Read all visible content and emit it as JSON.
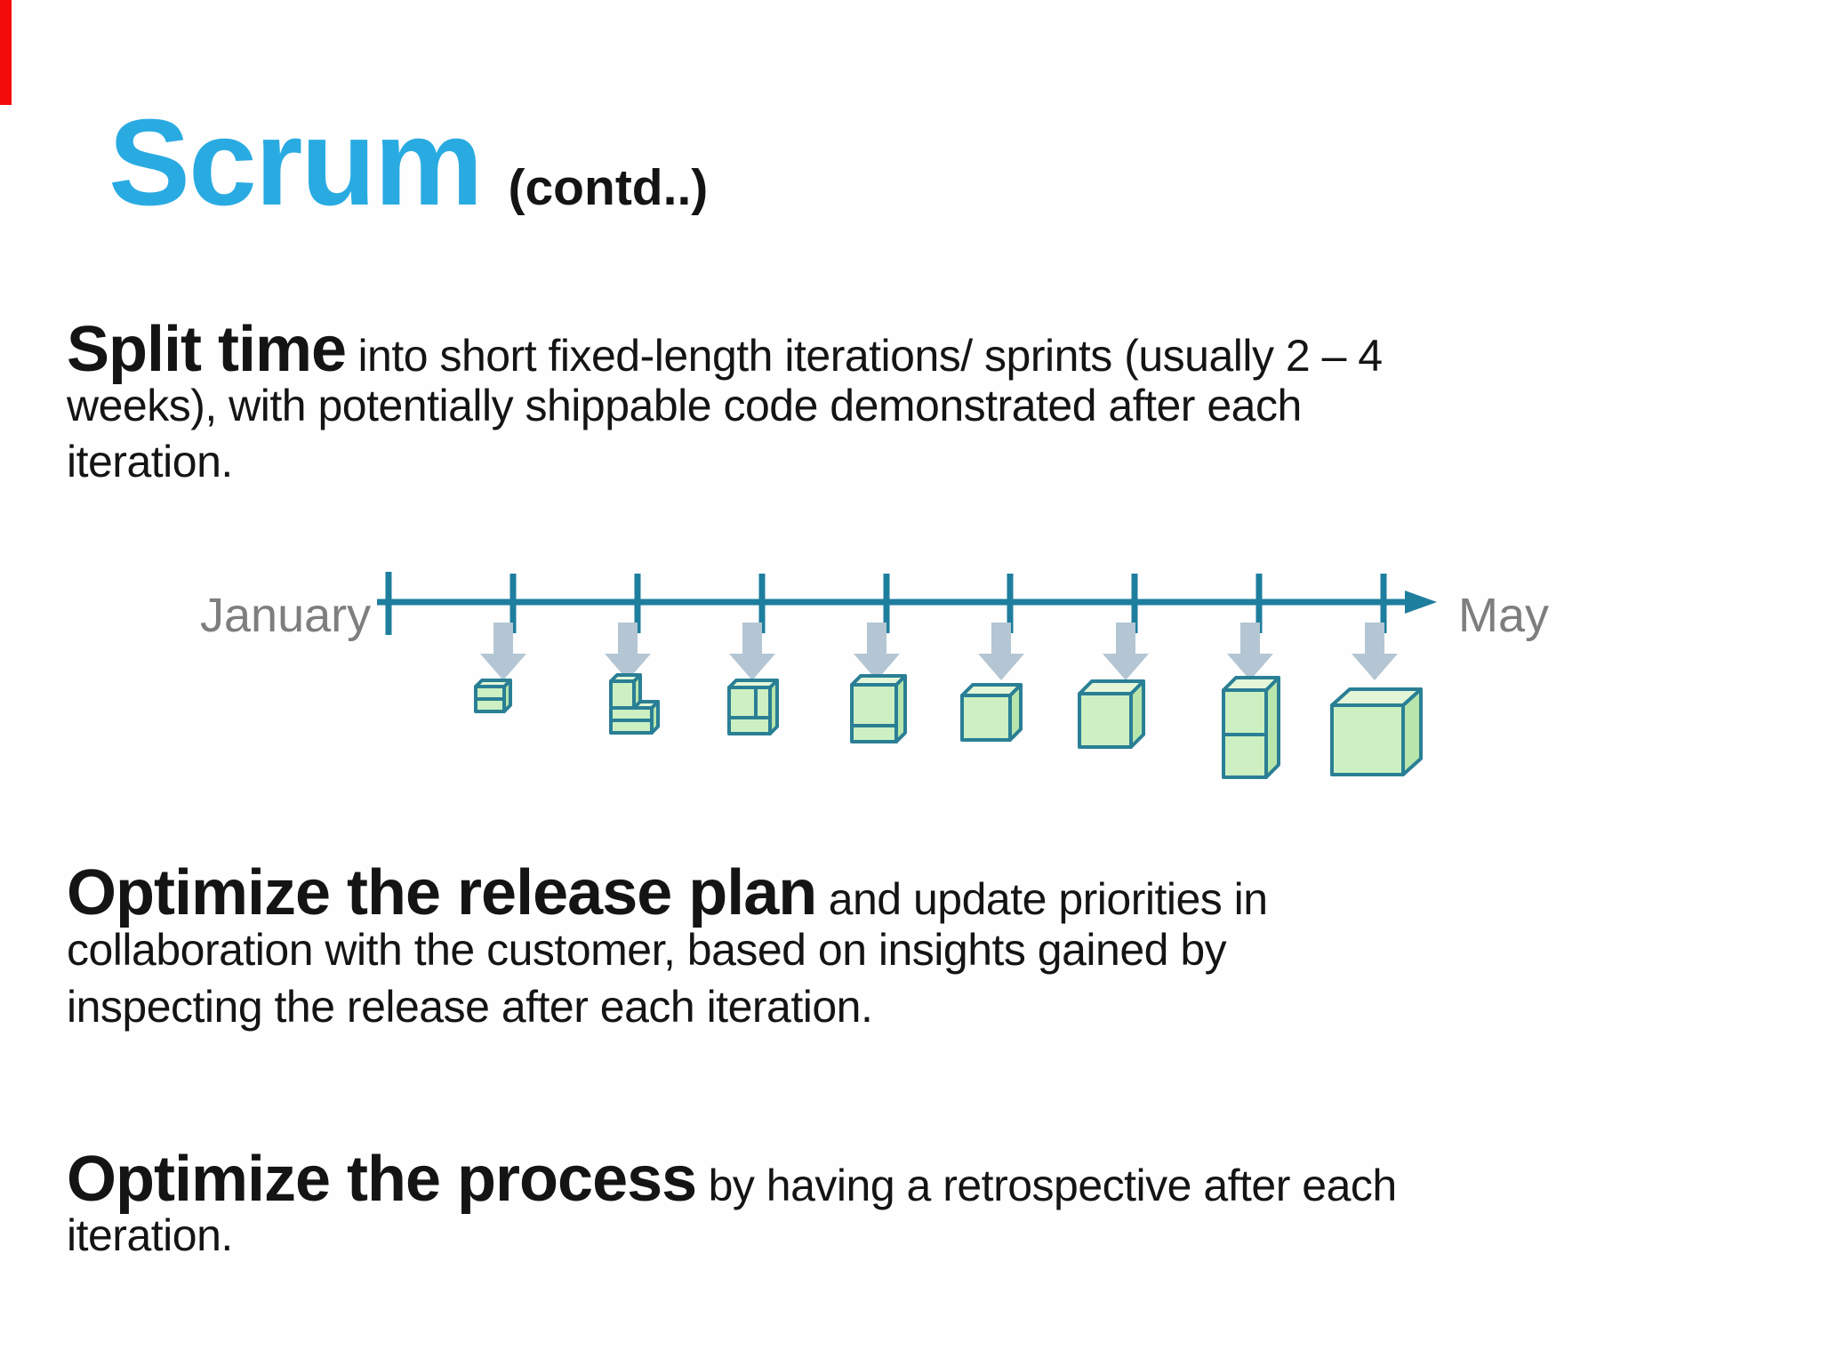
{
  "slide": {
    "title": "Scrum",
    "title_suffix": "(contd..)",
    "paragraphs": [
      {
        "lead": "Split time",
        "lines": [
          " into short fixed-length iterations/ sprints (usually 2 – 4",
          "weeks), with potentially shippable code demonstrated after each",
          "iteration."
        ]
      },
      {
        "lead": "Optimize the release plan",
        "lines": [
          " and update priorities in",
          "collaboration with the customer, based on insights gained by",
          "inspecting the release after each iteration."
        ]
      },
      {
        "lead": "Optimize the process",
        "lines": [
          " by having a retrospective after each",
          "iteration."
        ]
      }
    ]
  },
  "timeline": {
    "start_label": "January",
    "end_label": "May",
    "tick_count": 9,
    "iteration_count": 8
  },
  "colors": {
    "background": "#fefefe",
    "title_accent": "#29abe2",
    "body_text": "#141414",
    "month_label": "#7e7e7e",
    "timeline": "#1e7e9e",
    "arrow": "#b4c6d3",
    "cube_front": "#ccf0c2",
    "cube_top": "#e3f7d8",
    "cube_side": "#b8e5ab",
    "cube_outline": "#2a7f95",
    "corner_bar": "#f30b0b"
  }
}
